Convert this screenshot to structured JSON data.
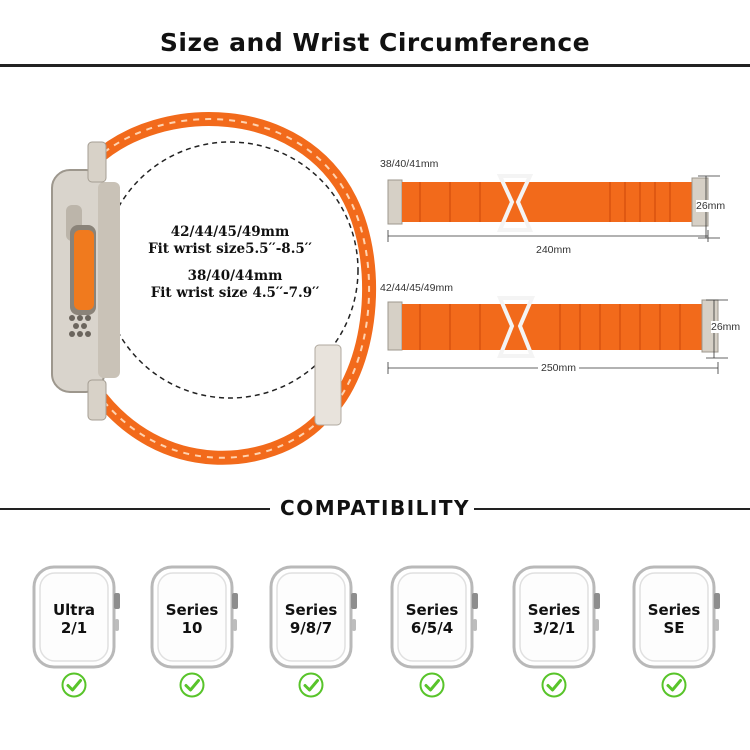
{
  "page": {
    "title": "Size and Wrist Circumference"
  },
  "wrist_sizes": [
    {
      "sizes": "42/44/45/49mm",
      "fit": "Fit wrist size5.5′′-8.5′′"
    },
    {
      "sizes": "38/40/44mm",
      "fit": "Fit wrist size 4.5′′-7.9′′"
    }
  ],
  "bands": [
    {
      "size_label": "38/40/41mm",
      "length": "240mm",
      "width": "26mm"
    },
    {
      "size_label": "42/44/45/49mm",
      "length": "250mm",
      "width": "26mm"
    }
  ],
  "compatibility": {
    "heading": "COMPATIBILITY",
    "models": [
      {
        "line1": "Ultra",
        "line2": "2/1"
      },
      {
        "line1": "Series",
        "line2": "10"
      },
      {
        "line1": "Series",
        "line2": "9/8/7"
      },
      {
        "line1": "Series",
        "line2": "6/5/4"
      },
      {
        "line1": "Series",
        "line2": "3/2/1"
      },
      {
        "line1": "Series",
        "line2": "SE"
      }
    ]
  },
  "colors": {
    "band_orange": "#f26a1b",
    "check_green": "#58c42a"
  },
  "icons": {
    "check": "check-circle-icon",
    "watch": "watch-outline-icon"
  }
}
